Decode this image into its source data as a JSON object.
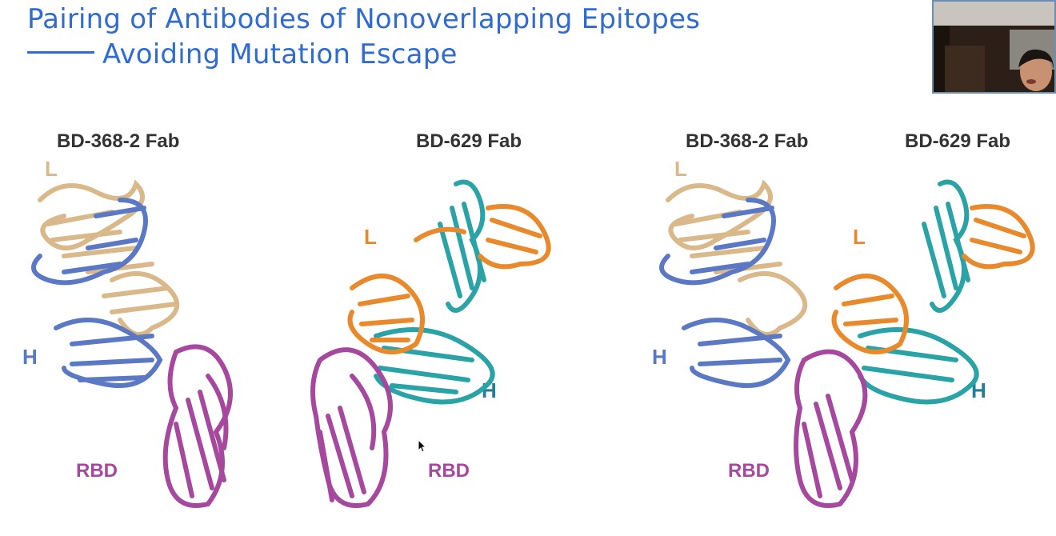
{
  "slide": {
    "title_line1": "Pairing of Antibodies of Nonoverlapping Epitopes",
    "title_line2": "Avoiding Mutation Escape"
  },
  "panels": [
    {
      "fab1": "BD-368-2 Fab",
      "light": "L",
      "heavy": "H",
      "rbd": "RBD"
    },
    {
      "fab1": "BD-629 Fab",
      "light": "L",
      "heavy": "H",
      "rbd": "RBD"
    },
    {
      "fab1": "BD-368-2 Fab",
      "fab2": "BD-629 Fab",
      "light1": "L",
      "heavy1": "H",
      "light2": "L",
      "heavy2": "H",
      "rbd": "RBD"
    }
  ],
  "colors": {
    "title": "#2f6bd0",
    "bd368_light": "#d9b98a",
    "bd368_heavy": "#5a78c4",
    "bd629_light": "#e88a2c",
    "bd629_heavy": "#2aa3a6",
    "rbd": "#a6499e"
  },
  "icons": [
    "webcam-video-feed",
    "mouse-cursor-icon"
  ]
}
